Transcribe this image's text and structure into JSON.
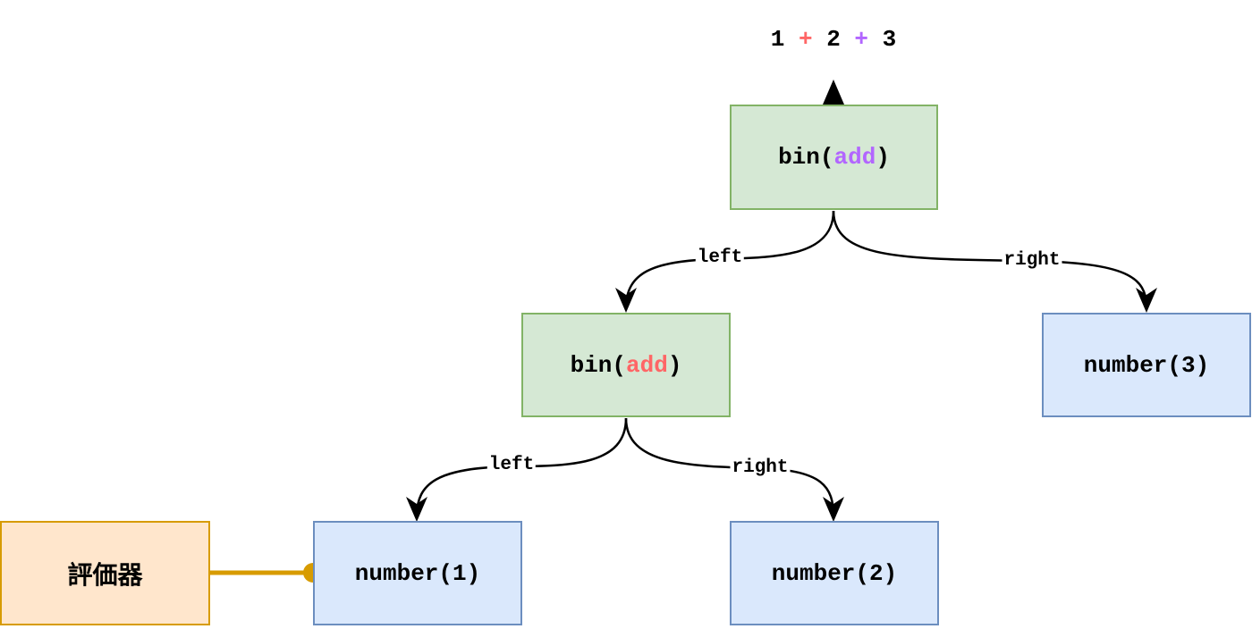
{
  "expression": {
    "parts": [
      {
        "text": "1",
        "color": "#000000"
      },
      {
        "text": "+",
        "color": "#ff6666"
      },
      {
        "text": "2",
        "color": "#000000"
      },
      {
        "text": "+",
        "color": "#b266ff"
      },
      {
        "text": "3",
        "color": "#000000"
      }
    ]
  },
  "nodes": {
    "root": {
      "prefix": "bin(",
      "op": "add",
      "suffix": ")",
      "op_color": "#b266ff"
    },
    "inner": {
      "prefix": "bin(",
      "op": "add",
      "suffix": ")",
      "op_color": "#ff6666"
    },
    "number1": {
      "label": "number(1)"
    },
    "number2": {
      "label": "number(2)"
    },
    "number3": {
      "label": "number(3)"
    },
    "evaluator": {
      "label": "評価器"
    }
  },
  "edges": {
    "root_left": "left",
    "root_right": "right",
    "inner_left": "left",
    "inner_right": "right"
  },
  "colors": {
    "node_green_fill": "#d5e8d4",
    "node_green_stroke": "#82b366",
    "node_blue_fill": "#dae8fc",
    "node_blue_stroke": "#6c8ebf",
    "evaluator_fill": "#ffe6cc",
    "evaluator_stroke": "#d79b00"
  }
}
